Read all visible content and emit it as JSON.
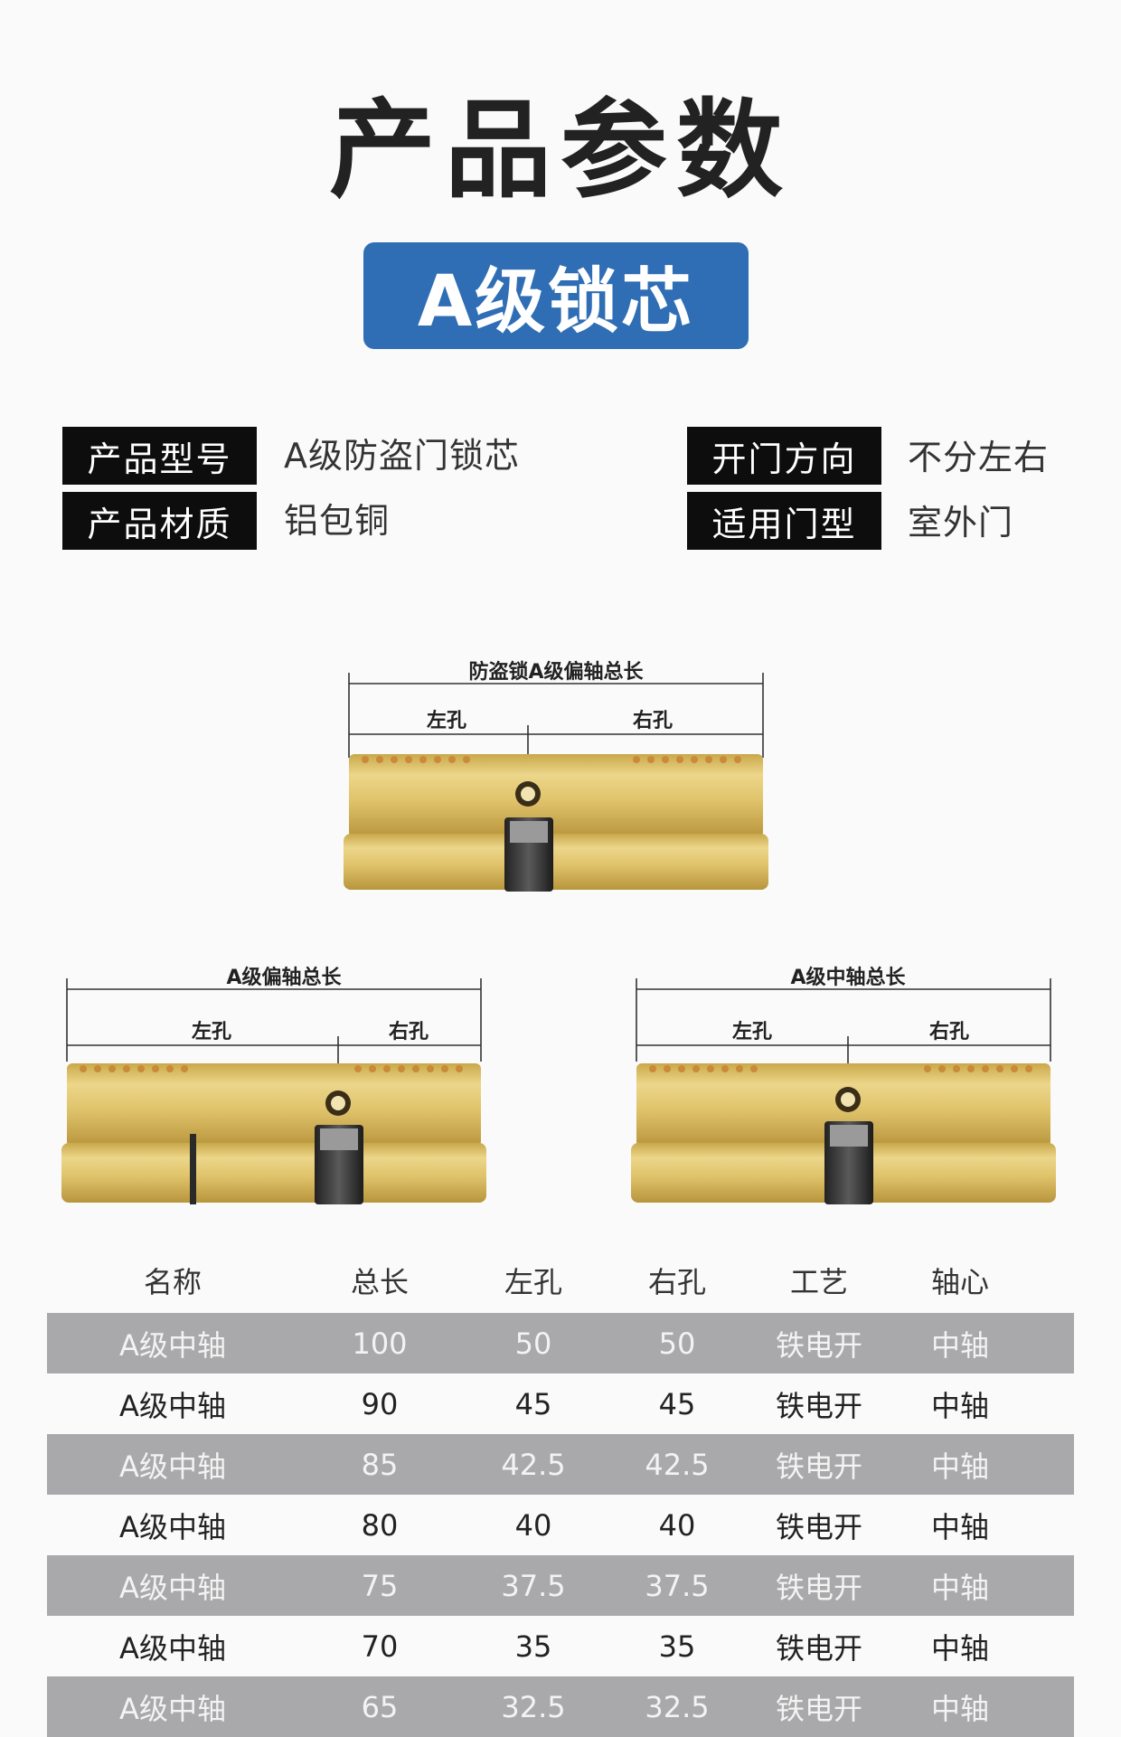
{
  "page": {
    "title": "产品参数",
    "badge": "A级锁芯"
  },
  "specs": [
    {
      "label": "产品型号",
      "value": "A级防盗门锁芯"
    },
    {
      "label": "产品材质",
      "value": "铝包铜"
    },
    {
      "label": "开门方向",
      "value": "不分左右"
    },
    {
      "label": "适用门型",
      "value": "室外门"
    }
  ],
  "diagrams": {
    "top": {
      "overall": "防盗锁A级偏轴总长",
      "left": "左孔",
      "right": "右孔"
    },
    "left": {
      "overall": "A级偏轴总长",
      "left": "左孔",
      "right": "右孔"
    },
    "right": {
      "overall": "A级中轴总长",
      "left": "左孔",
      "right": "右孔"
    }
  },
  "colors": {
    "brass": "#e1c36a",
    "badge": "#2f6db5",
    "label_bg": "#0d0d0d",
    "row_shade": "#a9a9ab"
  },
  "table": {
    "headers": [
      "名称",
      "总长",
      "左孔",
      "右孔",
      "工艺",
      "轴心"
    ],
    "rows": [
      [
        "A级中轴",
        "100",
        "50",
        "50",
        "铁电开",
        "中轴"
      ],
      [
        "A级中轴",
        "90",
        "45",
        "45",
        "铁电开",
        "中轴"
      ],
      [
        "A级中轴",
        "85",
        "42.5",
        "42.5",
        "铁电开",
        "中轴"
      ],
      [
        "A级中轴",
        "80",
        "40",
        "40",
        "铁电开",
        "中轴"
      ],
      [
        "A级中轴",
        "75",
        "37.5",
        "37.5",
        "铁电开",
        "中轴"
      ],
      [
        "A级中轴",
        "70",
        "35",
        "35",
        "铁电开",
        "中轴"
      ],
      [
        "A级中轴",
        "65",
        "32.5",
        "32.5",
        "铁电开",
        "中轴"
      ]
    ]
  }
}
